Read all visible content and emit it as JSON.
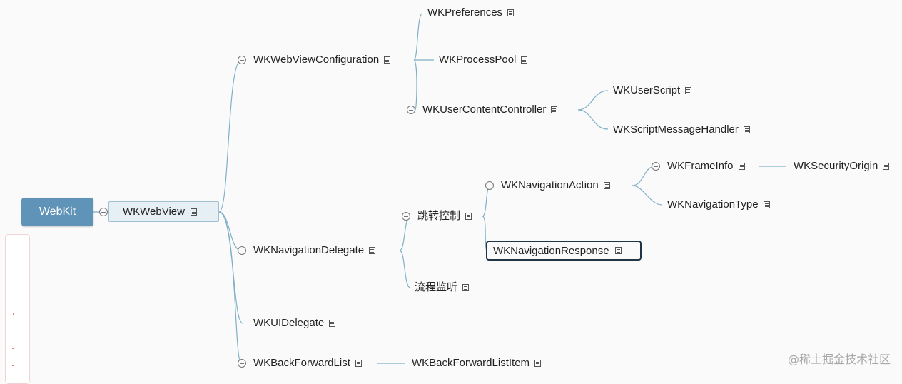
{
  "root": {
    "label": "WebKit"
  },
  "webview": {
    "label": "WKWebView"
  },
  "configuration": {
    "label": "WKWebViewConfiguration",
    "preferences": "WKPreferences",
    "process_pool": "WKProcessPool",
    "user_content_controller": {
      "label": "WKUserContentController",
      "user_script": "WKUserScript",
      "script_message_handler": "WKScriptMessageHandler"
    }
  },
  "navigation_delegate": {
    "label": "WKNavigationDelegate",
    "jump_control": {
      "label": "跳转控制",
      "navigation_action": {
        "label": "WKNavigationAction",
        "frame_info": {
          "label": "WKFrameInfo",
          "security_origin": "WKSecurityOrigin"
        },
        "navigation_type": "WKNavigationType"
      },
      "navigation_response": "WKNavigationResponse"
    },
    "flow_monitor": "流程监听"
  },
  "ui_delegate": {
    "label": "WKUIDelegate"
  },
  "back_forward_list": {
    "label": "WKBackForwardList",
    "item": "WKBackForwardListItem"
  },
  "watermark": "@稀土掘金技术社区",
  "colors": {
    "root_fill": "#5f93b7",
    "link": "#7fb0c8",
    "selected_border": "#223547"
  },
  "icons": {
    "note": "note-icon",
    "collapse": "collapse-icon"
  }
}
